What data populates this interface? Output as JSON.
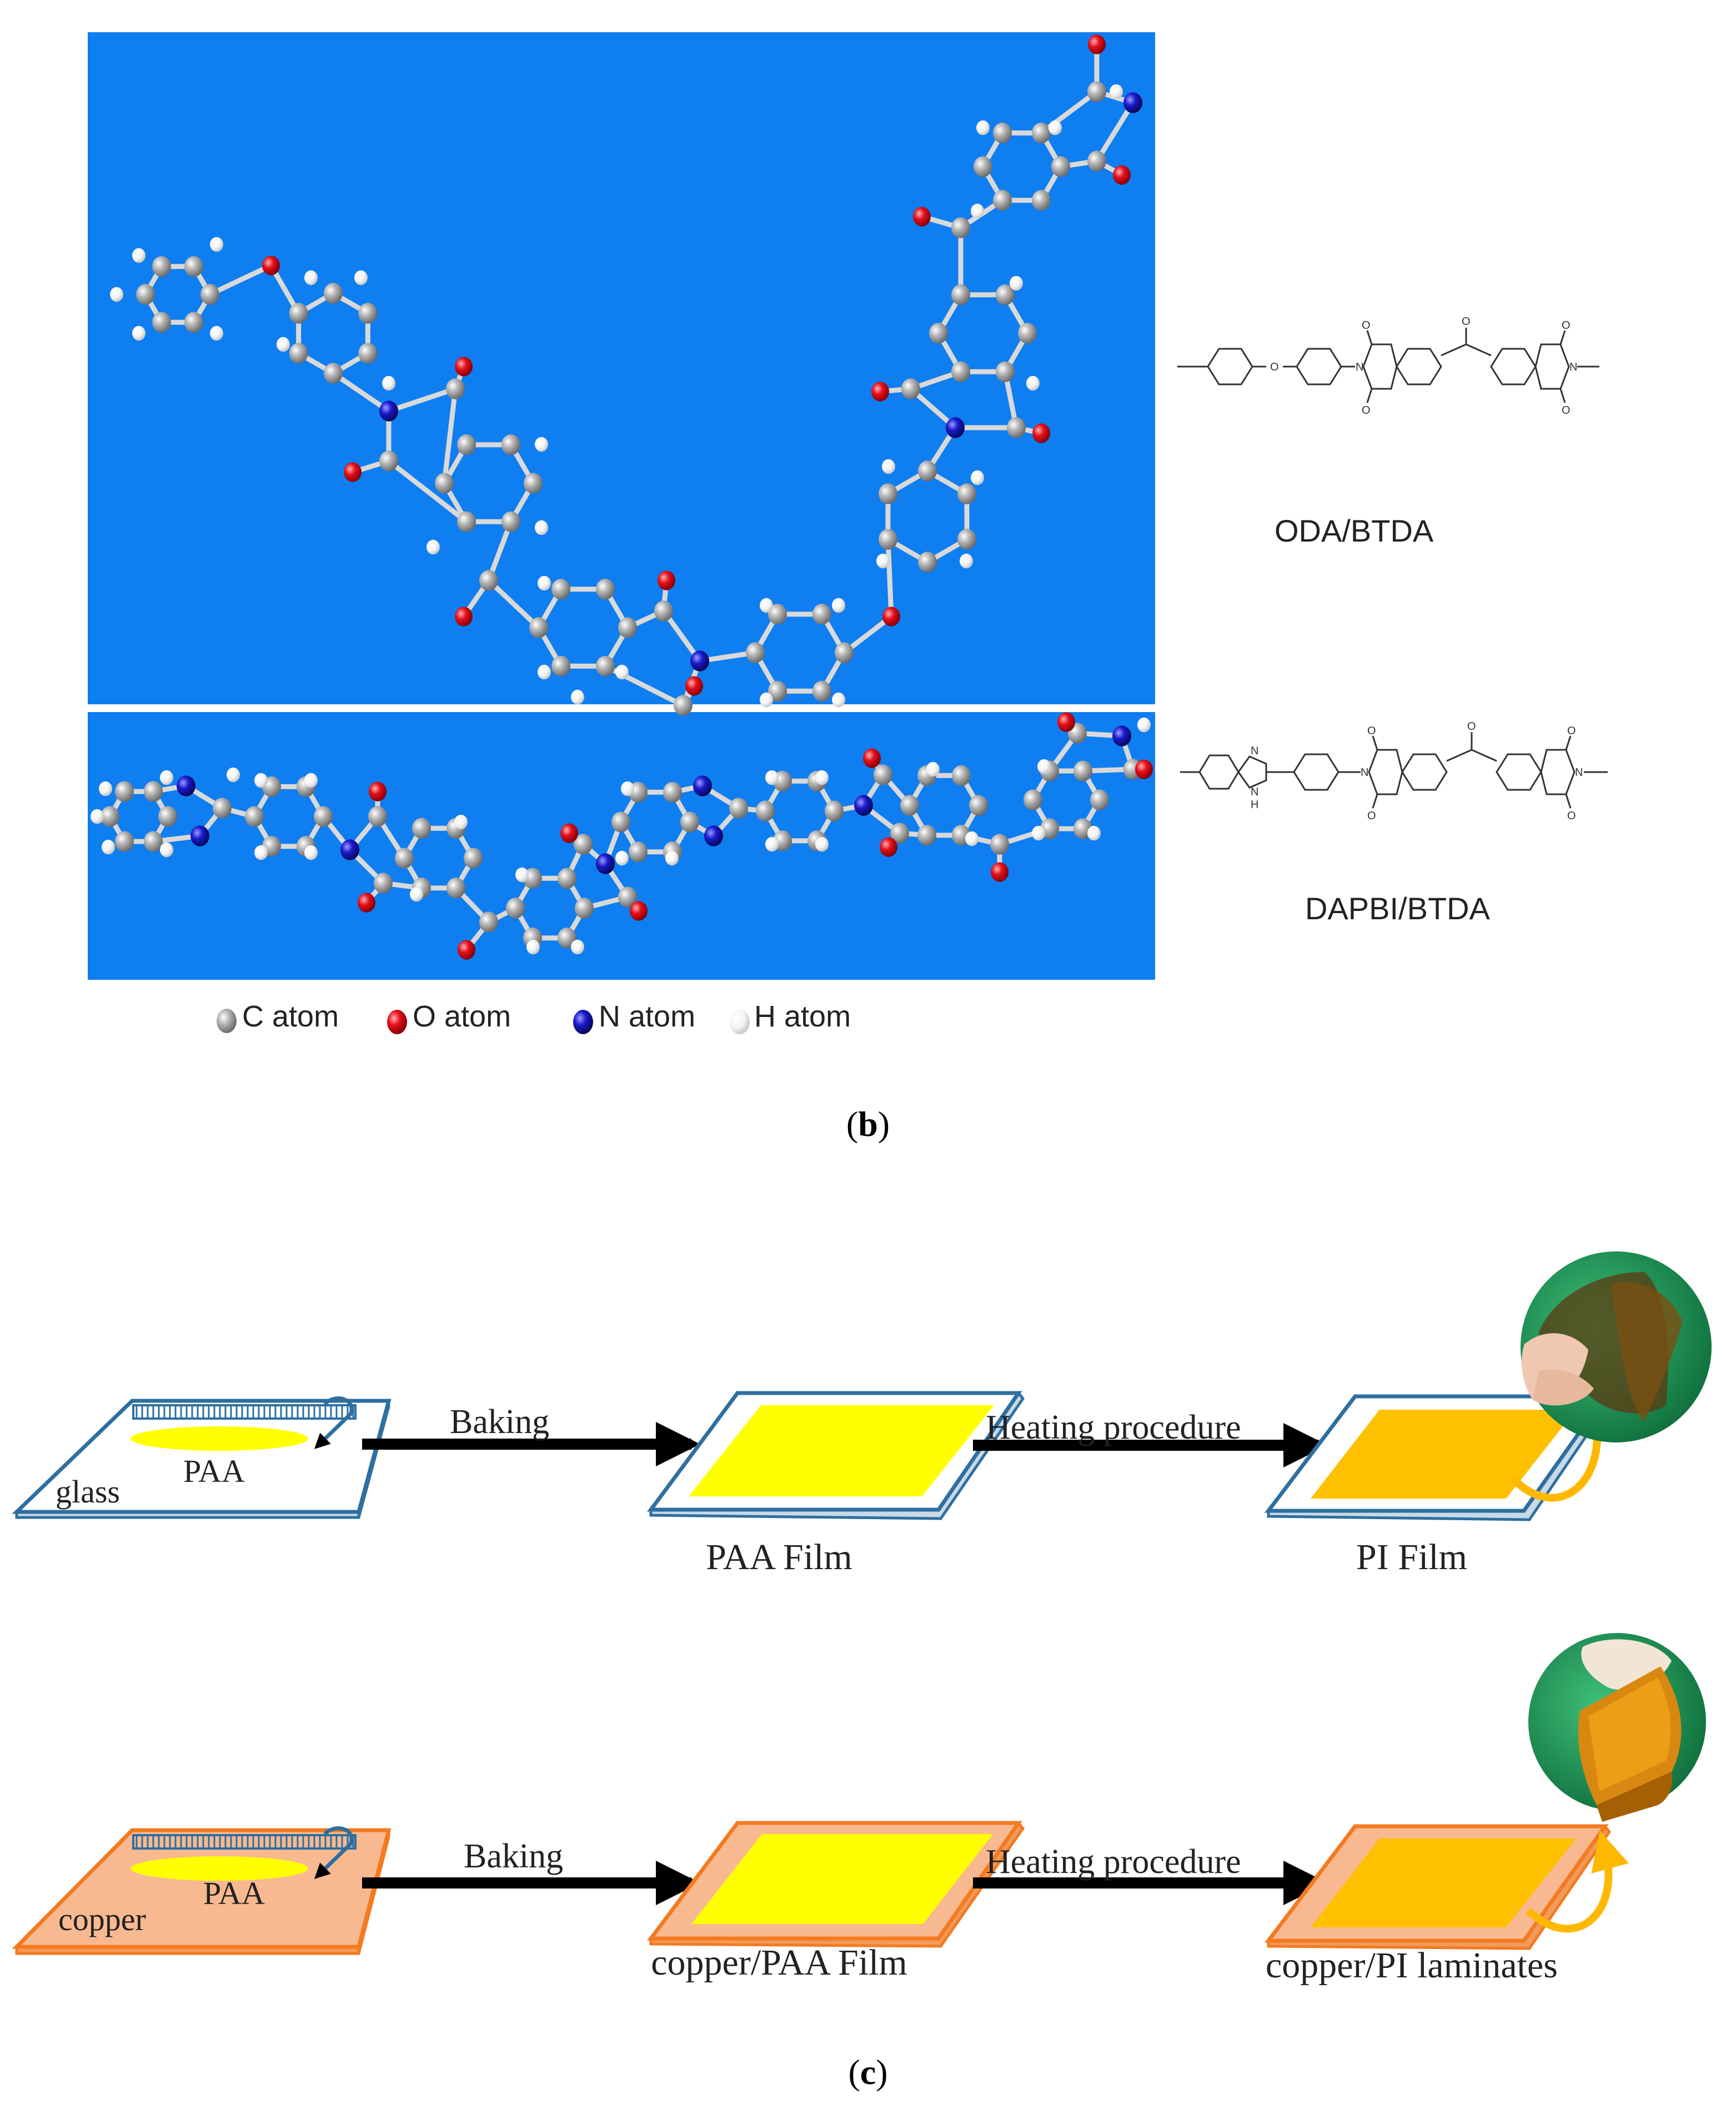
{
  "panel_b": {
    "caption_open": "(",
    "caption_letter": "b",
    "caption_close": ")",
    "legend": {
      "c_label": "C atom",
      "o_label": "O atom",
      "n_label": "N atom",
      "h_label": "H atom"
    },
    "structures": [
      {
        "label": "ODA/BTDA"
      },
      {
        "label": "DAPBI/BTDA"
      }
    ],
    "atom_letters": {
      "O": "O",
      "N": "N",
      "H": "H",
      "C": "C"
    },
    "colors": {
      "background_blue": "#0F7EF0",
      "carbon": "#A7A7A7",
      "oxygen": "#E5101A",
      "nitrogen": "#1A1ACC",
      "hydrogen": "#F2F2F2",
      "divider": "#ffffff"
    }
  },
  "panel_c": {
    "caption_open": "(",
    "caption_letter": "c",
    "caption_close": ")",
    "row1": {
      "substrate_label": "glass",
      "solution_label": "PAA",
      "step1_label": "Baking",
      "film1_label": "PAA Film",
      "step2_label": "Heating procedure",
      "film2_label": "PI Film"
    },
    "row2": {
      "substrate_label": "copper",
      "solution_label": "PAA",
      "step1_label": "Baking",
      "film1_label": "copper/PAA Film",
      "step2_label": "Heating procedure",
      "film2_label": "copper/PI laminates"
    },
    "colors": {
      "glass_border": "#2E6FA0",
      "copper_border": "#F47A20",
      "copper_fill": "#F8B990",
      "paa_yellow": "#FFFF00",
      "pi_amber": "#FFC000",
      "arrow": "#000000",
      "photo_green": "#1FA05A",
      "curl_arrow": "#FFB800"
    }
  }
}
